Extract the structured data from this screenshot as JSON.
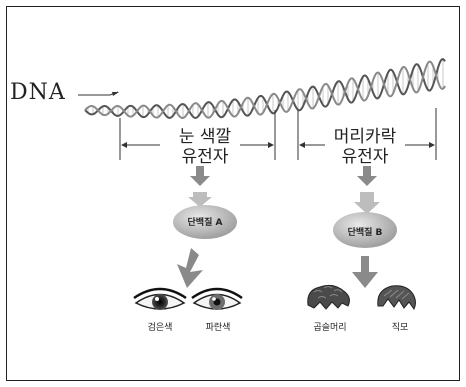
{
  "dna_label": "DNA",
  "genes": {
    "eye_color": {
      "line1": "눈 색깔",
      "line2": "유전자"
    },
    "hair_shape": {
      "line1": "머리카락",
      "line2": "유전자"
    }
  },
  "proteins": {
    "a": "단백질 A",
    "b": "단백질 B"
  },
  "traits": {
    "black_eye": "검은색",
    "blue_eye": "파란색",
    "curly_hair": "곱슬머리",
    "straight_hair": "직모"
  },
  "colors": {
    "protein_fill": "#b9b9b9",
    "arrow": "#8a8a8a",
    "line": "#333333"
  }
}
